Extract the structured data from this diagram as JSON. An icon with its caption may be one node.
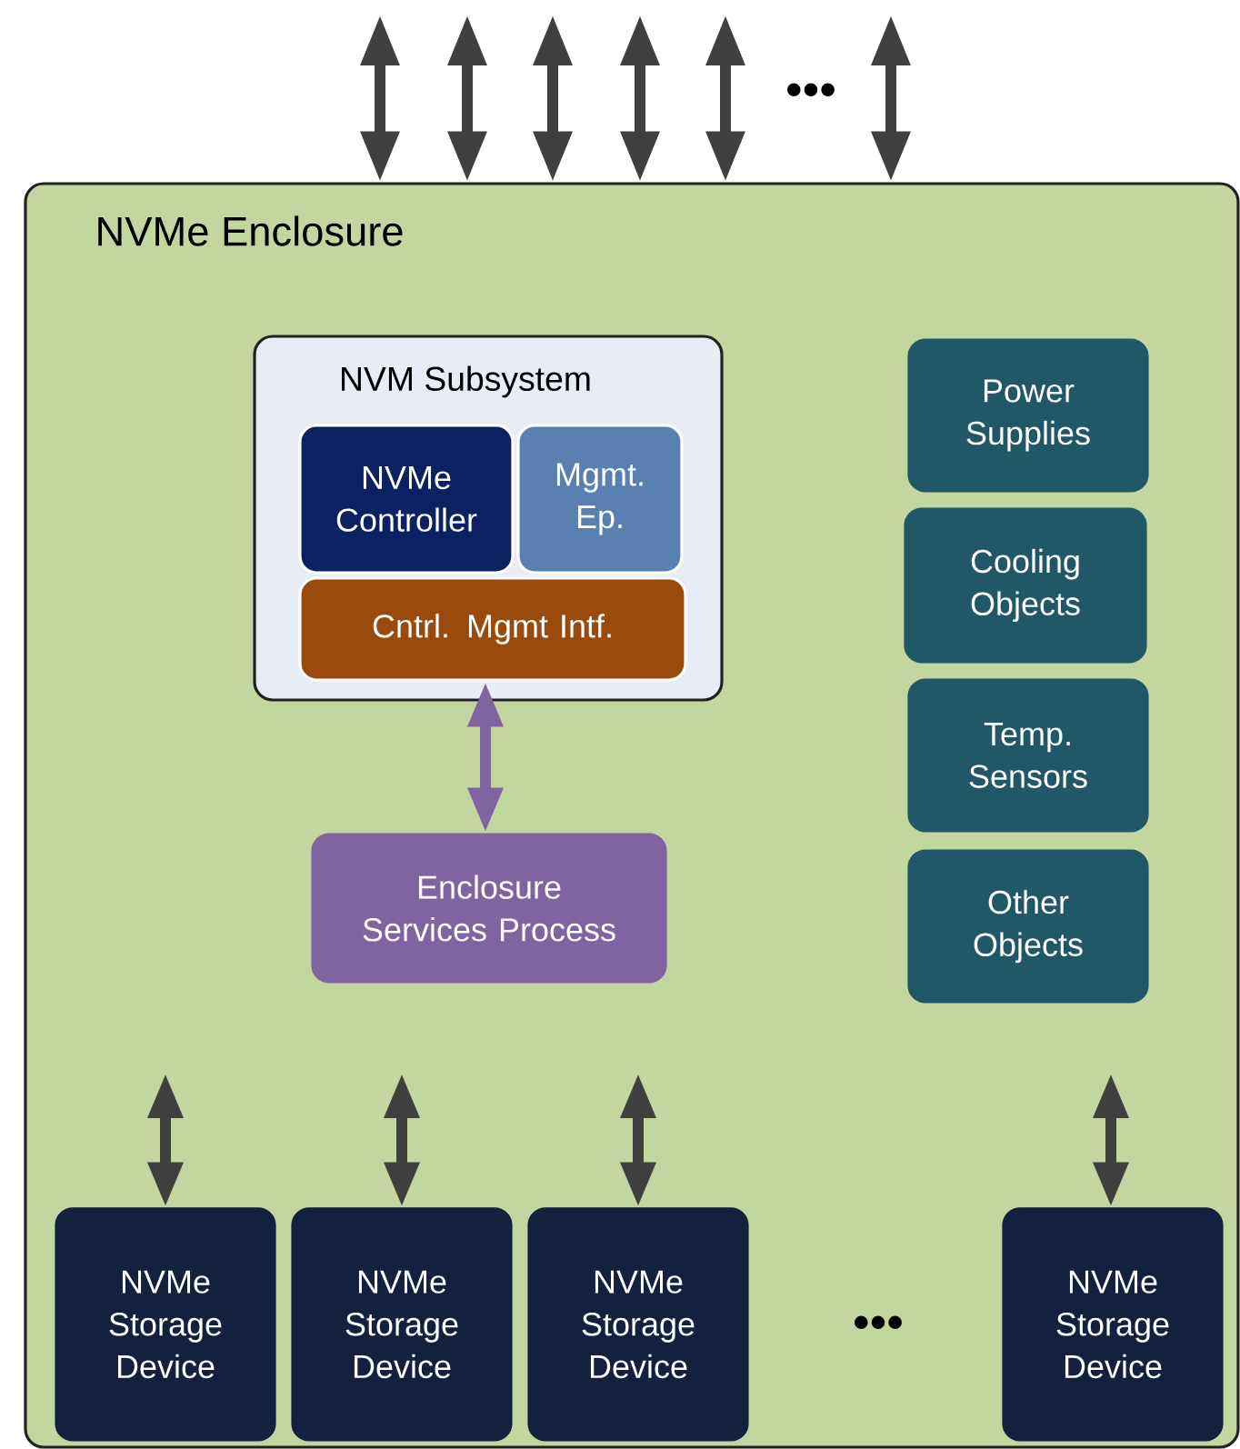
{
  "diagram": {
    "nodes": [
      {
        "text": [
          "NVMe Enclosure"
        ]
      },
      {
        "text": [
          "NVM Subsystem"
        ],
        "in": 0
      },
      {
        "text": [
          "NVMe Controller"
        ],
        "in": 1
      },
      {
        "text": [
          "Mgmt. Ep."
        ],
        "in": 1
      },
      {
        "text": [
          "Cntrl. Mgmt Intf."
        ],
        "in": 1
      },
      {
        "text": [
          "Enclosure Services Process"
        ],
        "in": 0
      },
      {
        "text": [
          "Power Supplies"
        ],
        "in": 0
      },
      {
        "text": [
          "Cooling Objects"
        ],
        "in": 0
      },
      {
        "text": [
          "Temp. Sensors"
        ],
        "in": 0
      },
      {
        "text": [
          "Other Objects"
        ],
        "in": 0
      },
      {
        "text": [
          "NVMe Storage Device"
        ],
        "in": 0
      },
      {
        "text": [
          "NVMe Storage Device"
        ],
        "in": 0
      },
      {
        "text": [
          "NVMe Storage Device"
        ],
        "in": 0
      },
      {
        "text": [
          "NVMe Storage Device"
        ],
        "in": 0
      }
    ],
    "edges": [
      {
        "from": null,
        "to": 0,
        "arrow": "both"
      },
      {
        "from": null,
        "to": 0,
        "arrow": "both"
      },
      {
        "from": null,
        "to": 0,
        "arrow": "both"
      },
      {
        "from": null,
        "to": 0,
        "arrow": "both"
      },
      {
        "from": null,
        "to": 0,
        "arrow": "both"
      },
      {
        "from": null,
        "to": 0,
        "arrow": "both"
      },
      {
        "from": 4,
        "to": 5,
        "arrow": "both",
        "color": "#8064a2"
      },
      {
        "from": null,
        "to": 10,
        "arrow": "both"
      },
      {
        "from": null,
        "to": 11,
        "arrow": "both"
      },
      {
        "from": null,
        "to": 12,
        "arrow": "both"
      },
      {
        "from": null,
        "to": 13,
        "arrow": "both"
      }
    ],
    "labels": [
      "•••",
      "•••"
    ]
  }
}
